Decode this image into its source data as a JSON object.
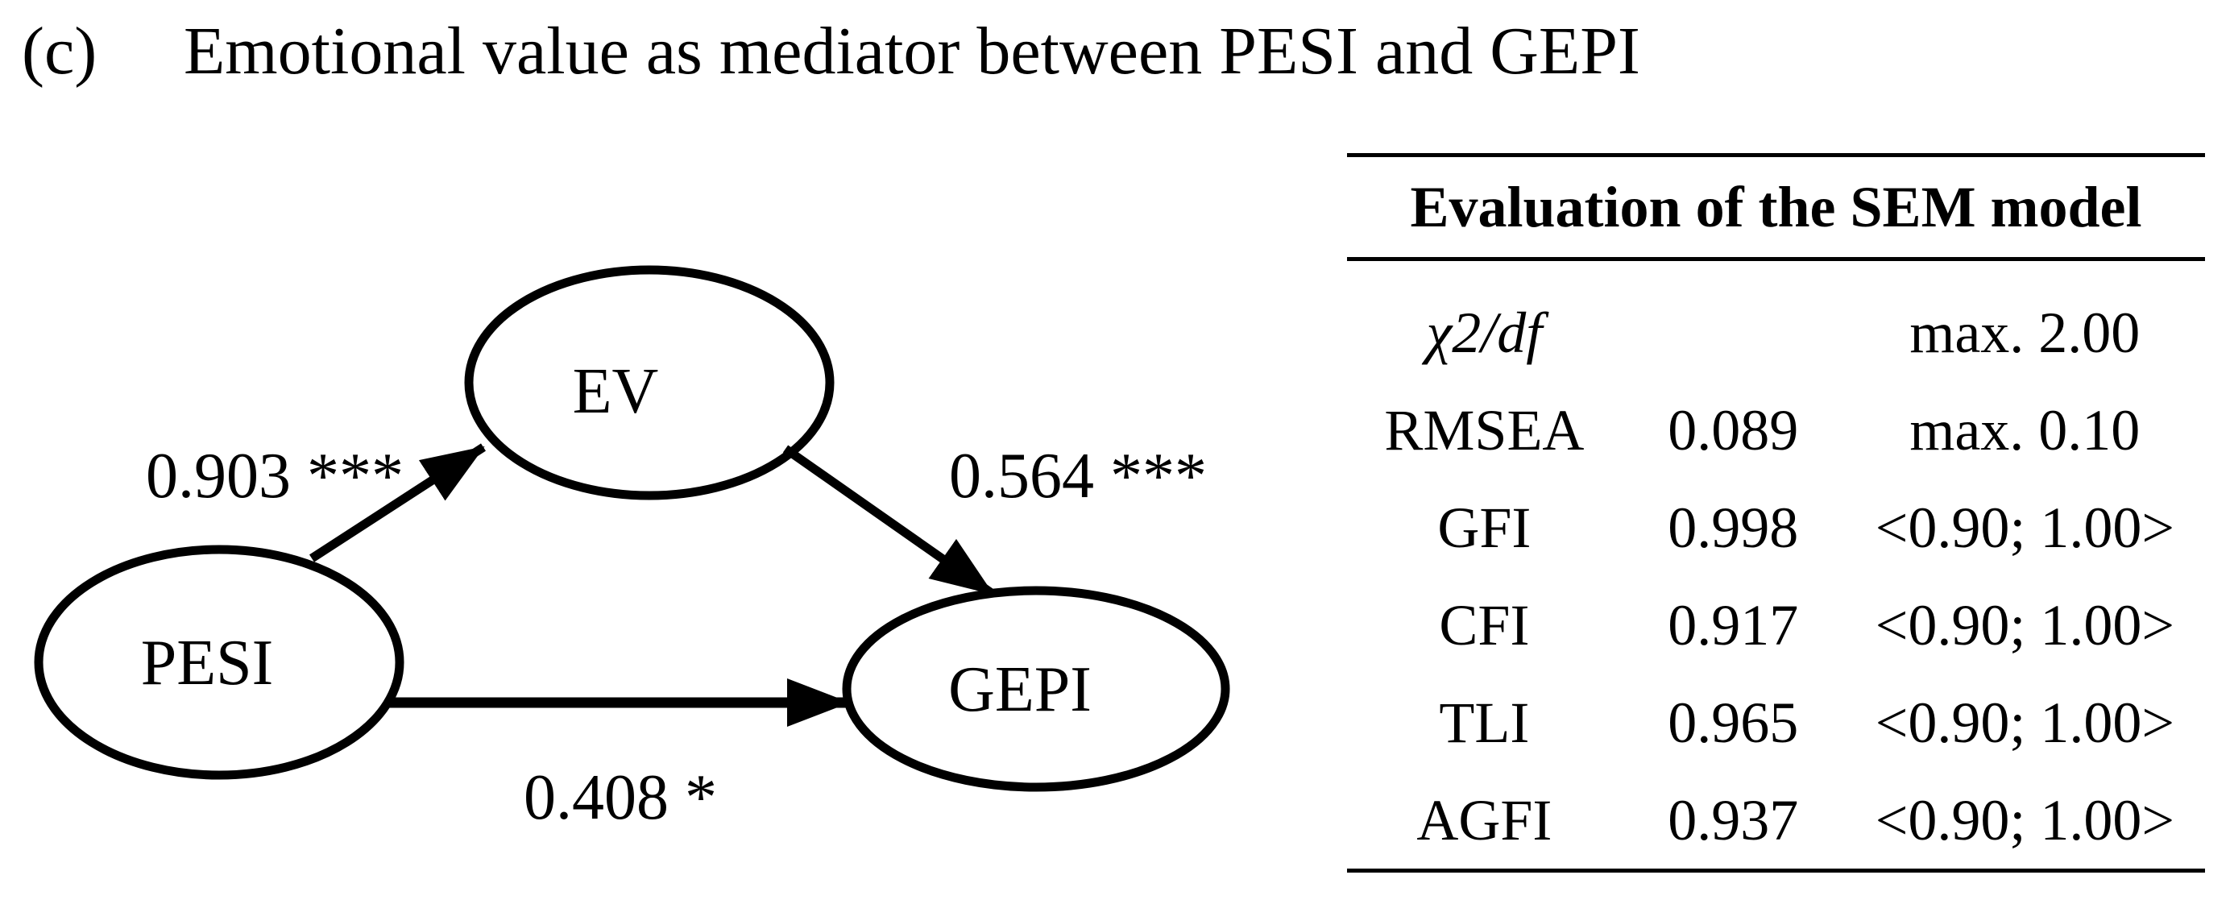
{
  "title": {
    "label": "(c)",
    "text": "Emotional value as mediator between PESI and GEPI"
  },
  "diagram": {
    "nodes": [
      {
        "id": "EV",
        "label": "EV"
      },
      {
        "id": "PESI",
        "label": "PESI"
      },
      {
        "id": "GEPI",
        "label": "GEPI"
      }
    ],
    "paths": [
      {
        "from": "PESI",
        "to": "EV",
        "coefficient": "0.903",
        "significance": "***",
        "label": "0.903 ***"
      },
      {
        "from": "EV",
        "to": "GEPI",
        "coefficient": "0.564",
        "significance": "***",
        "label": "0.564 ***"
      },
      {
        "from": "PESI",
        "to": "GEPI",
        "coefficient": "0.408",
        "significance": "*",
        "label": "0.408 *"
      }
    ]
  },
  "table": {
    "header": "Evaluation of the SEM model",
    "rows": [
      {
        "metric": "χ2/df",
        "value": "",
        "criterion": "max. 2.00"
      },
      {
        "metric": "RMSEA",
        "value": "0.089",
        "criterion": "max. 0.10"
      },
      {
        "metric": "GFI",
        "value": "0.998",
        "criterion": "<0.90; 1.00>"
      },
      {
        "metric": "CFI",
        "value": "0.917",
        "criterion": "<0.90; 1.00>"
      },
      {
        "metric": "TLI",
        "value": "0.965",
        "criterion": "<0.90; 1.00>"
      },
      {
        "metric": "AGFI",
        "value": "0.937",
        "criterion": "<0.90; 1.00>"
      }
    ]
  },
  "colors": {
    "ink": "#000000",
    "background": "#ffffff"
  }
}
